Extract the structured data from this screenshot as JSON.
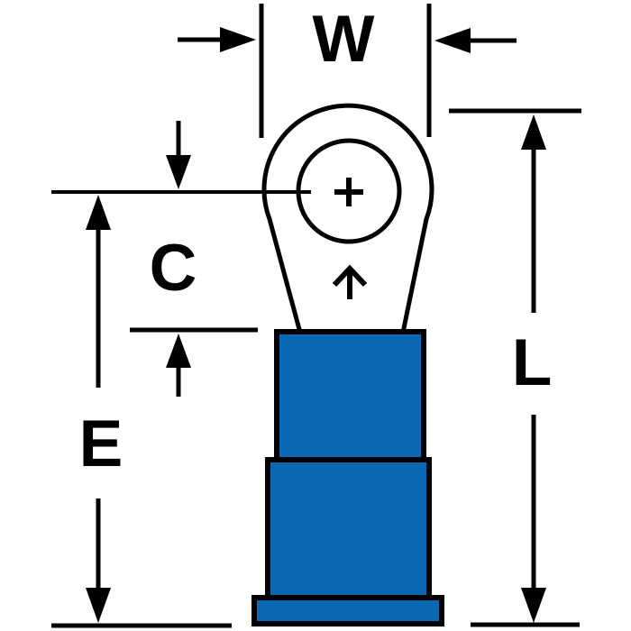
{
  "diagram": {
    "name": "ring-terminal-dimensional-drawing",
    "labels": {
      "w": "W",
      "c": "C",
      "e": "E",
      "l": "L"
    },
    "symbols": {
      "hole_center_mark": "+",
      "wire_entry_arrow": "↑"
    },
    "colors": {
      "line_black": "#000000",
      "metal_white": "#ffffff",
      "insulation_blue": "#0a67b2",
      "background": "#ffffff"
    }
  }
}
